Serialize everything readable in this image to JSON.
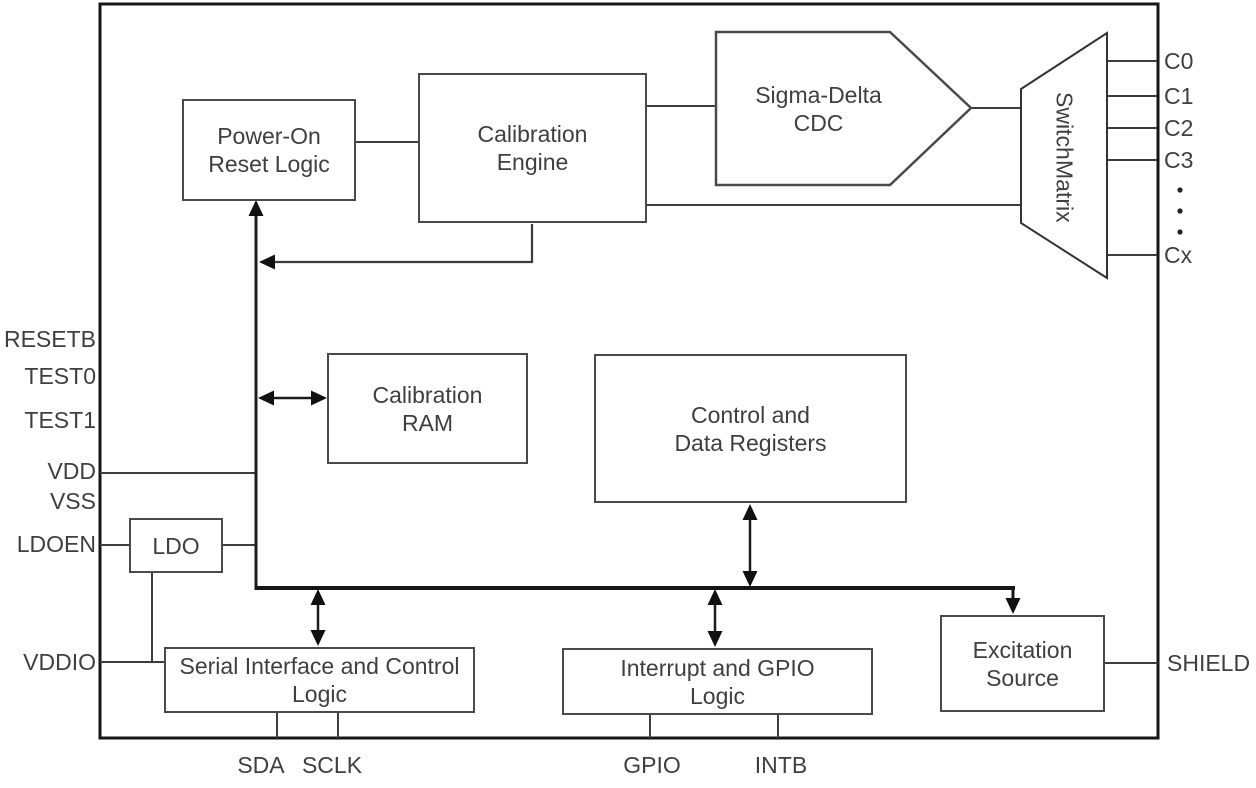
{
  "blocks": {
    "power_on_reset": {
      "line1": "Power-On",
      "line2": "Reset Logic"
    },
    "calibration_engine": {
      "line1": "Calibration",
      "line2": "Engine"
    },
    "sigma_delta_cdc": {
      "line1": "Sigma-Delta",
      "line2": "CDC"
    },
    "switch_matrix": {
      "line1": "Switch",
      "line2": "Matrix"
    },
    "calibration_ram": {
      "line1": "Calibration",
      "line2": "RAM"
    },
    "control_and_data_registers": {
      "line1": "Control and",
      "line2": "Data Registers"
    },
    "ldo": {
      "label": "LDO"
    },
    "serial_interface_and_control_logic": {
      "line1": "Serial Interface and Control",
      "line2": "Logic"
    },
    "interrupt_and_gpio_logic": {
      "line1": "Interrupt and GPIO",
      "line2": "Logic"
    },
    "excitation_source": {
      "line1": "Excitation",
      "line2": "Source"
    }
  },
  "pins": {
    "left": [
      "RESETB",
      "TEST0",
      "TEST1",
      "VDD",
      "VSS",
      "LDOEN",
      "VDDIO"
    ],
    "bottom": [
      "SDA",
      "SCLK",
      "GPIO",
      "INTB"
    ],
    "right_capacitance": [
      "C0",
      "C1",
      "C2",
      "C3",
      "Cx"
    ],
    "right_shield": "SHIELD"
  },
  "colors": {
    "background": "#ffffff",
    "wire": "#3d3d3d",
    "bus": "#161616",
    "box_border": "#4a4a4a",
    "text": "#3f3f3f",
    "arrow": "#111111"
  }
}
